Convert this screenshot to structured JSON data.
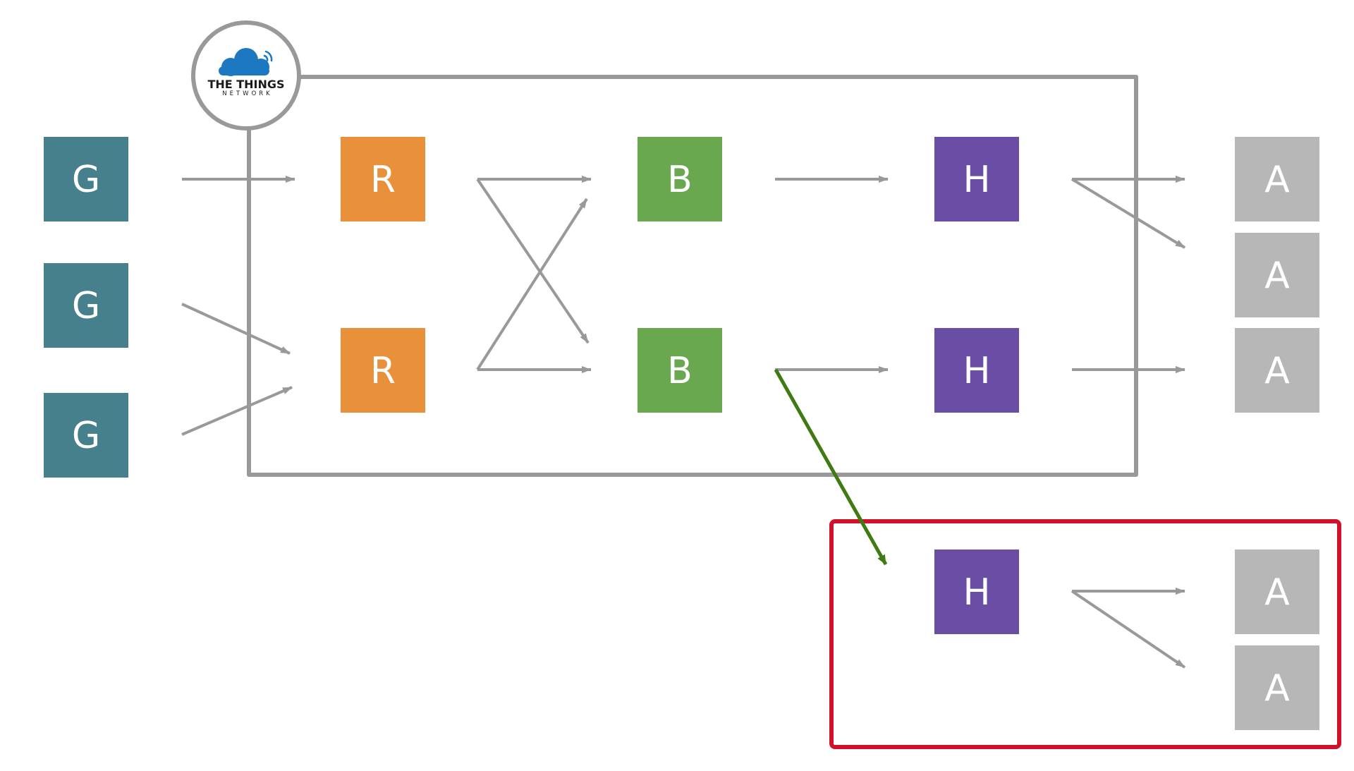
{
  "logo": {
    "line1": "THE THINGS",
    "line2": "NETWORK",
    "cloud_color": "#1c78c0"
  },
  "colors": {
    "gateway": "#45808c",
    "router": "#e8913a",
    "broker": "#6aa84f",
    "handler": "#6a4ea6",
    "application": "#b7b7b7",
    "arrow": "#999999",
    "arrow_highlight": "#3f7a13",
    "network_border": "#999999",
    "private_border": "#d0112b"
  },
  "nodes": {
    "gateways": [
      "G",
      "G",
      "G"
    ],
    "routers": [
      "R",
      "R"
    ],
    "brokers": [
      "B",
      "B"
    ],
    "handlers": [
      "H",
      "H"
    ],
    "applications": [
      "A",
      "A",
      "A"
    ],
    "private_handler": "H",
    "private_applications": [
      "A",
      "A"
    ]
  }
}
